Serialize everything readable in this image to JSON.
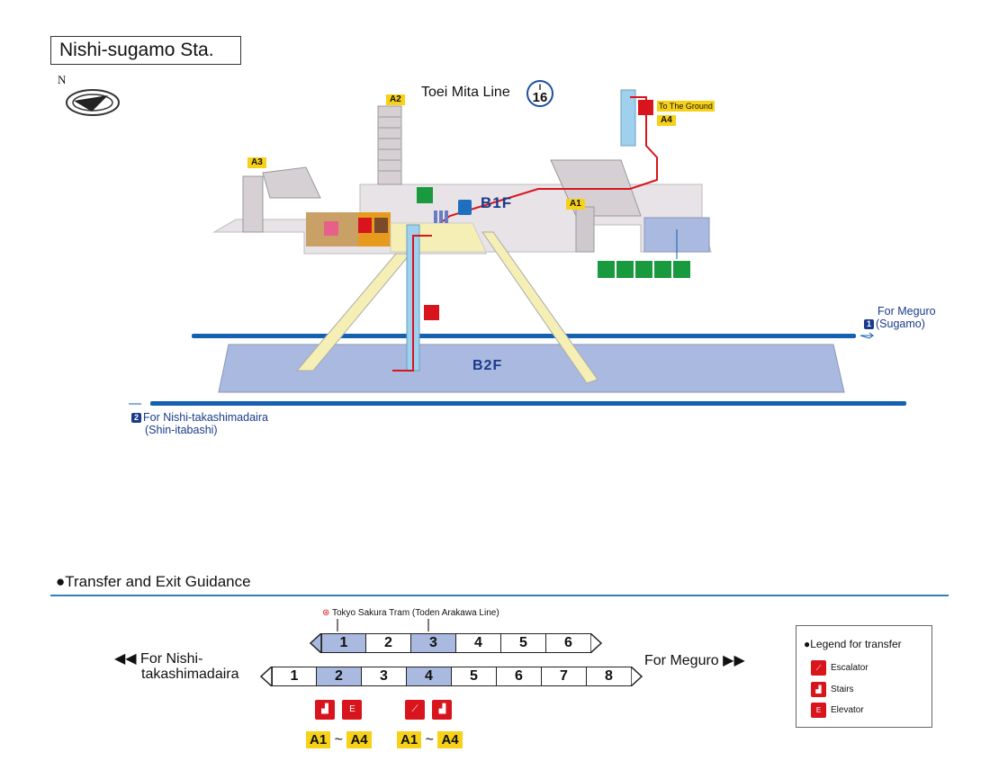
{
  "station": {
    "title": "Nishi-sugamo Sta.",
    "north_label": "N"
  },
  "line": {
    "name": "Toei Mita Line",
    "badge_letter": "I",
    "badge_number": "16",
    "color": "#1d4fa0"
  },
  "floors": {
    "b1": "B1F",
    "b2": "B2F"
  },
  "exits": {
    "a1": "A1",
    "a2": "A2",
    "a3": "A3",
    "a4": "A4",
    "to_ground": "To The Ground"
  },
  "directions": {
    "meguro_label": "For Meguro",
    "meguro_num": "1",
    "meguro_sub": "(Sugamo)",
    "nishi_num": "2",
    "nishi_label": "For Nishi-takashimadaira",
    "nishi_sub": "(Shin-itabashi)"
  },
  "guidance": {
    "title": "●Transfer and Exit Guidance",
    "tram_label": "Tokyo Sakura Tram (Toden Arakawa Line)",
    "left_line1": "◀◀ For Nishi-",
    "left_line2": "takashimadaira",
    "right_label": "For Meguro ▶▶",
    "train6": [
      "1",
      "2",
      "3",
      "4",
      "5",
      "6"
    ],
    "train8": [
      "1",
      "2",
      "3",
      "4",
      "5",
      "6",
      "7",
      "8"
    ],
    "exit_range_from": "A1",
    "exit_range_sep": "~",
    "exit_range_to": "A4"
  },
  "legend": {
    "title": "●Legend for transfer",
    "escalator": "Escalator",
    "stairs": "Stairs",
    "elevator": "Elevator"
  },
  "icons": {
    "escalator": "escalator-icon",
    "stairs": "stairs-icon",
    "elevator": "elevator-icon",
    "phone": "phone-icon",
    "aed": "aed-icon",
    "toilet": "toilet-icon"
  },
  "colors": {
    "platform": "#a9b9e0",
    "track": "#1560b0",
    "exit": "#f7d117",
    "elevator_route": "#d8151d",
    "concourse": "#e8e3e7"
  }
}
